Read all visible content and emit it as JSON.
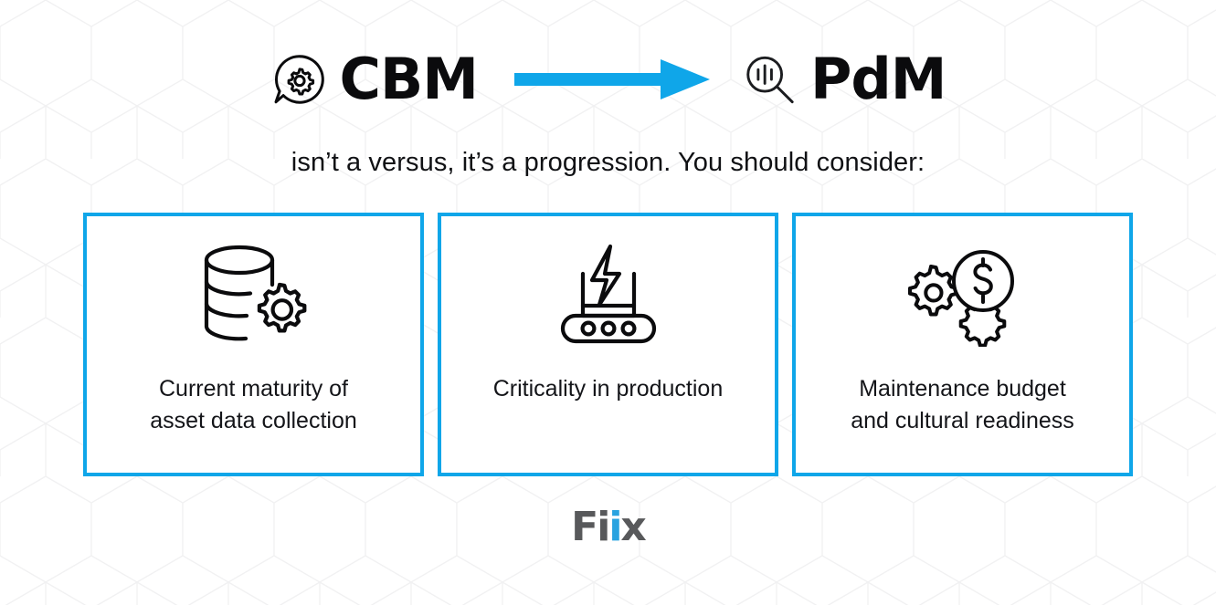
{
  "theme": {
    "accent_blue": "#0fa6e9",
    "arrow_blue": "#0fa6e9",
    "text_black": "#0b0b0d",
    "logo_gray": "#58595b",
    "logo_blue": "#29a3e0",
    "background": "#ffffff",
    "pattern_line": "#f1f1f2"
  },
  "headline": {
    "left_term": "CBM",
    "left_icon": "speech-bubble-gear-icon",
    "arrow_icon": "arrow-right-icon",
    "right_term": "PdM",
    "right_icon": "magnifier-analytics-icon"
  },
  "subtitle": "isn’t a versus, it’s a progression. You should consider:",
  "cards": [
    {
      "icon": "database-gear-icon",
      "label_line1": "Current maturity of",
      "label_line2": "asset data collection"
    },
    {
      "icon": "conveyor-lightning-icon",
      "label_line1": "Criticality in production",
      "label_line2": ""
    },
    {
      "icon": "gears-dollar-coin-icon",
      "label_line1": "Maintenance budget",
      "label_line2": "and cultural readiness"
    }
  ],
  "footer": {
    "logo_f": "F",
    "logo_i1": "i",
    "logo_i2": "i",
    "logo_x": "x",
    "logo_name": "fiix"
  }
}
